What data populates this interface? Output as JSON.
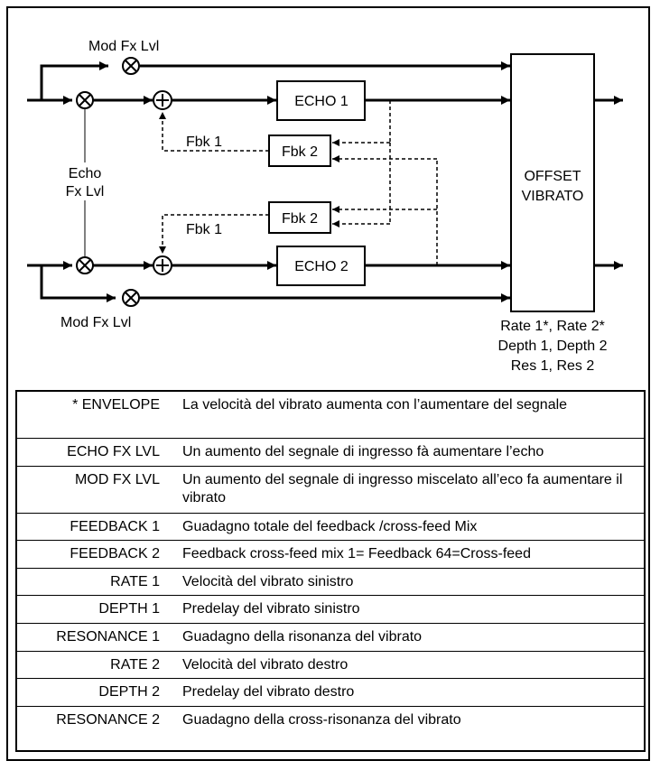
{
  "diagram": {
    "labels": {
      "mod_fx_top": "Mod Fx Lvl",
      "mod_fx_bottom": "Mod Fx Lvl",
      "echo_fx_1": "Echo",
      "echo_fx_2": "Fx Lvl",
      "fbk1_top": "Fbk 1",
      "fbk1_bottom": "Fbk 1",
      "plus": "+"
    },
    "blocks": {
      "echo1": "ECHO 1",
      "echo2": "ECHO 2",
      "fbk2_top": "Fbk 2",
      "fbk2_bottom": "Fbk 2",
      "offset_1": "OFFSET",
      "offset_2": "VIBRATO"
    },
    "params": {
      "line1": "Rate 1*, Rate 2*",
      "line2": "Depth 1, Depth 2",
      "line3": "Res 1, Res 2"
    }
  },
  "table": {
    "rows": [
      {
        "name": "* ENVELOPE",
        "desc": "La velocità del vibrato aumenta con  l’aumentare del segnale"
      },
      {
        "name": "ECHO FX LVL",
        "desc": "Un aumento del segnale di ingresso fà aumentare l’echo"
      },
      {
        "name": "MOD FX LVL",
        "desc": "Un aumento del segnale di ingresso miscelato all’eco fa aumentare il vibrato"
      },
      {
        "name": "FEEDBACK 1",
        "desc": "Guadagno totale del feedback /cross-feed Mix"
      },
      {
        "name": "FEEDBACK 2",
        "desc": "Feedback cross-feed mix  1= Feedback  64=Cross-feed"
      },
      {
        "name": "RATE 1",
        "desc": "Velocità del vibrato sinistro"
      },
      {
        "name": "DEPTH  1",
        "desc": "Predelay del vibrato sinistro"
      },
      {
        "name": "RESONANCE 1",
        "desc": "Guadagno della risonanza del vibrato"
      },
      {
        "name": "RATE 2",
        "desc": "Velocità del vibrato destro"
      },
      {
        "name": "DEPTH 2",
        "desc": "Predelay del vibrato destro"
      },
      {
        "name": "RESONANCE 2",
        "desc": "Guadagno della cross-risonanza del vibrato"
      }
    ]
  }
}
